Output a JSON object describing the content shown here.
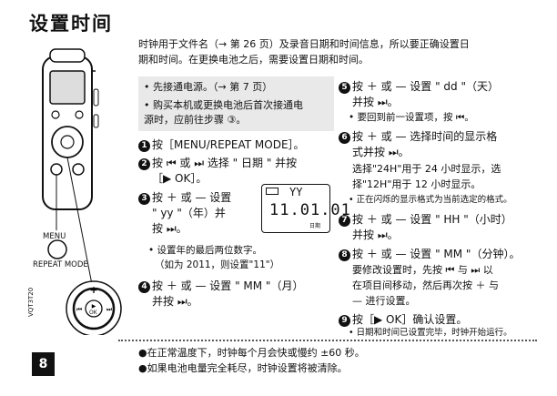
{
  "title": "设置时间",
  "intro": [
    "时钟用于文件名（→ 第 26 页）及录音日期和时间信息，所以要正确设置日",
    "期和时间。在更换电池之后，需要设置日期和时间。"
  ],
  "prep": [
    "• 先接通电源。（→ 第 7 页）",
    "• 购买本机或更换电池后首次接通电",
    "   源时，应前往步骤 ③。"
  ],
  "steps_left": {
    "s1": "按［MENU/REPEAT MODE］。",
    "s2a": "按 ⏮ 或 ⏭ 选择 \" 日期 \" 并按",
    "s2b": "［▶ OK］。",
    "s3a": "按 ＋ 或 — 设置",
    "s3b": "\" yy \"（年）并",
    "s3c": "按 ⏭。",
    "s3n1": "• 设置年的最后两位数字。",
    "s3n2": "（如为 2011，则设置\"11\"）",
    "s4a": "按 ＋ 或 — 设置 \" MM \"（月）",
    "s4b": "并按 ⏭。"
  },
  "steps_right": {
    "s5a": "按 ＋ 或 — 设置 \" dd \"（天）",
    "s5b": "并按 ⏭。",
    "s5n": "• 要回到前一设置项，按 ⏮。",
    "s6a": "按 ＋ 或 — 选择时间的显示格",
    "s6b": "式并按 ⏭。",
    "s6c": "选择\"24H\"用于 24 小时显示，选",
    "s6d": "择\"12H\"用于 12 小时显示。",
    "s6n": "• 正在闪烁的显示格式为当前选定的格式。",
    "s7a": "按 ＋ 或 — 设置 \" HH \"（小时）",
    "s7b": "并按 ⏭。",
    "s8a": "按 ＋ 或 — 设置 \" MM \"（分钟）。",
    "s8b": "要修改设置时，先按 ⏮ 与 ⏭ 以",
    "s8c": "在项目间移动，然后再次按 ＋ 与",
    "s8d": "— 进行设置。",
    "s9a": "按［▶ OK］确认设置。",
    "s9n": "• 日期和时间已设置完毕，时钟开始运行。"
  },
  "lcd": {
    "top": "YY",
    "digits": "11.01.01",
    "tag": "日期"
  },
  "device": {
    "menu": "MENU",
    "repeat": "REPEAT MODE",
    "ok": "OK",
    "code": "VQT3T20"
  },
  "footer": [
    "●在正常温度下，时钟每个月会快或慢约 ±60 秒。",
    "●如果电池电量完全耗尽，时钟设置将被清除。"
  ],
  "page_number": "8"
}
